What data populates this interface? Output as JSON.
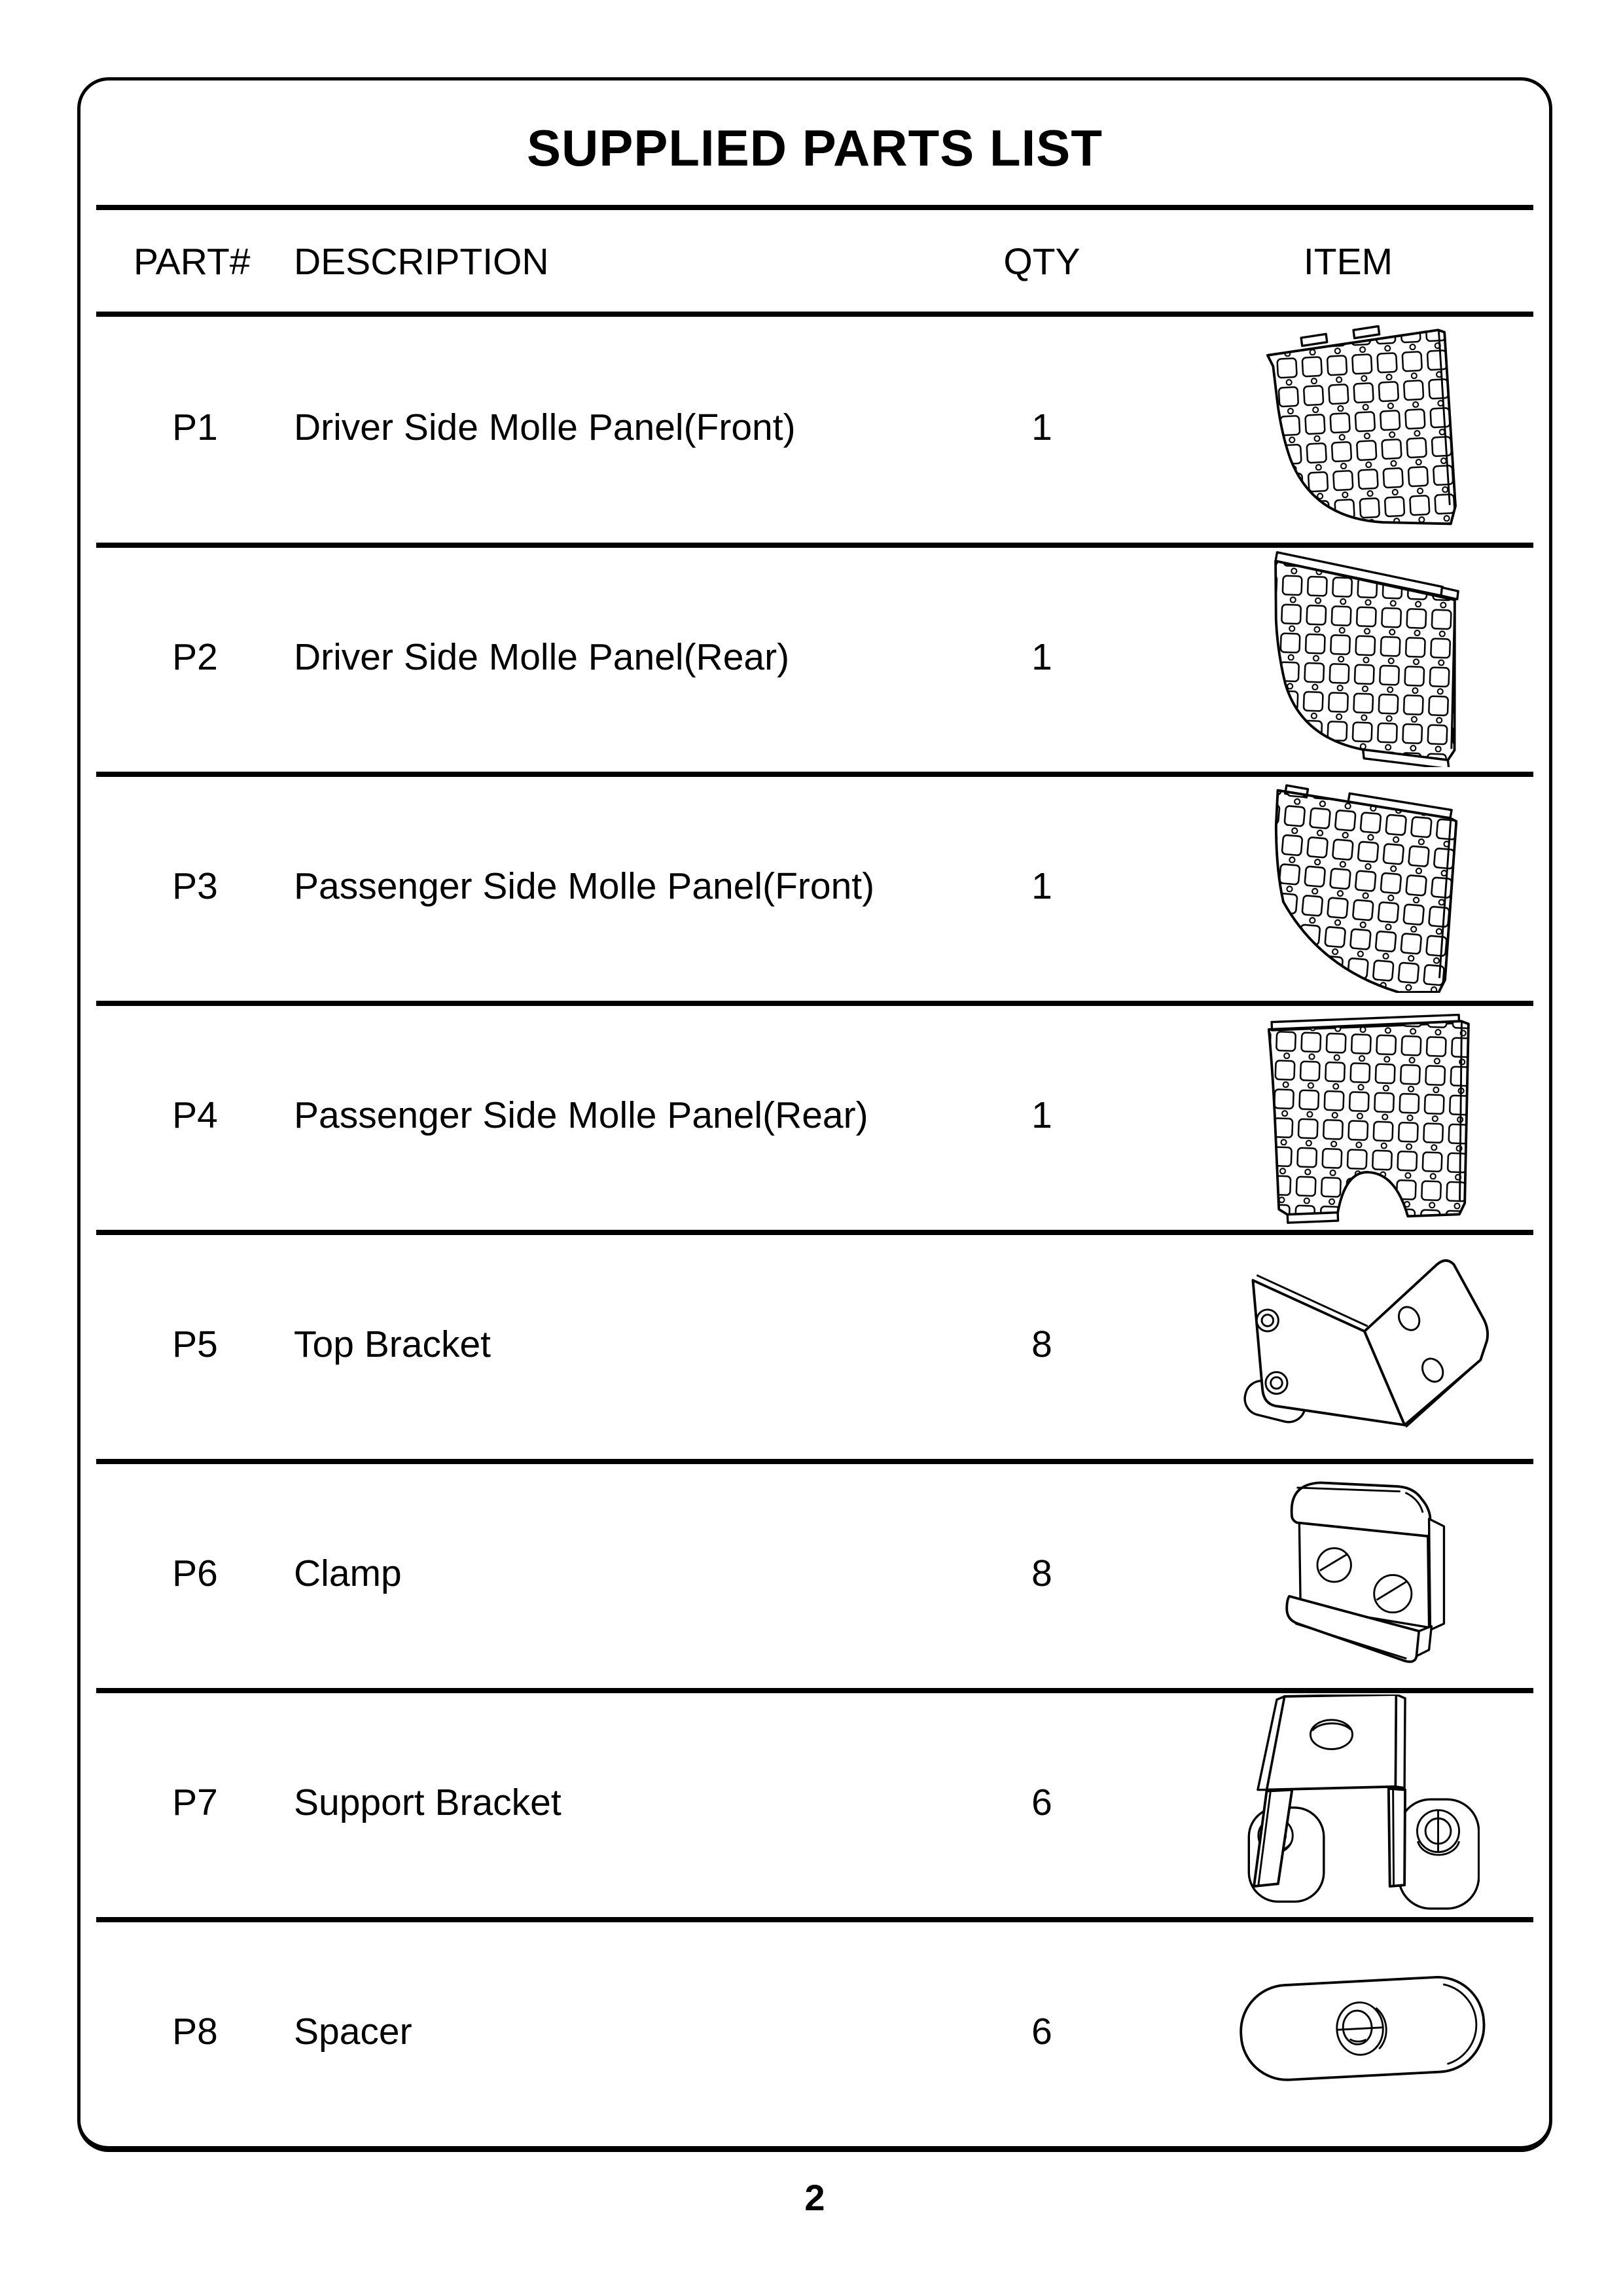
{
  "page": {
    "title": "SUPPLIED PARTS LIST",
    "page_number": "2",
    "ink_color": "#000000",
    "paper_color": "#ffffff"
  },
  "table": {
    "headers": {
      "part": "PART#",
      "description": "DESCRIPTION",
      "qty": "QTY",
      "item": "ITEM"
    },
    "parts": [
      {
        "id": "P1",
        "description": "Driver Side Molle Panel(Front)",
        "qty": "1",
        "item_icon": "molle-panel-driver-front-drawing"
      },
      {
        "id": "P2",
        "description": "Driver Side Molle Panel(Rear)",
        "qty": "1",
        "item_icon": "molle-panel-driver-rear-drawing"
      },
      {
        "id": "P3",
        "description": "Passenger Side Molle Panel(Front)",
        "qty": "1",
        "item_icon": "molle-panel-passenger-front-drawing"
      },
      {
        "id": "P4",
        "description": "Passenger Side Molle Panel(Rear)",
        "qty": "1",
        "item_icon": "molle-panel-passenger-rear-drawing"
      },
      {
        "id": "P5",
        "description": "Top Bracket",
        "qty": "8",
        "item_icon": "top-bracket-drawing"
      },
      {
        "id": "P6",
        "description": "Clamp",
        "qty": "8",
        "item_icon": "clamp-drawing"
      },
      {
        "id": "P7",
        "description": "Support Bracket",
        "qty": "6",
        "item_icon": "support-bracket-drawing"
      },
      {
        "id": "P8",
        "description": "Spacer",
        "qty": "6",
        "item_icon": "spacer-drawing"
      }
    ]
  }
}
